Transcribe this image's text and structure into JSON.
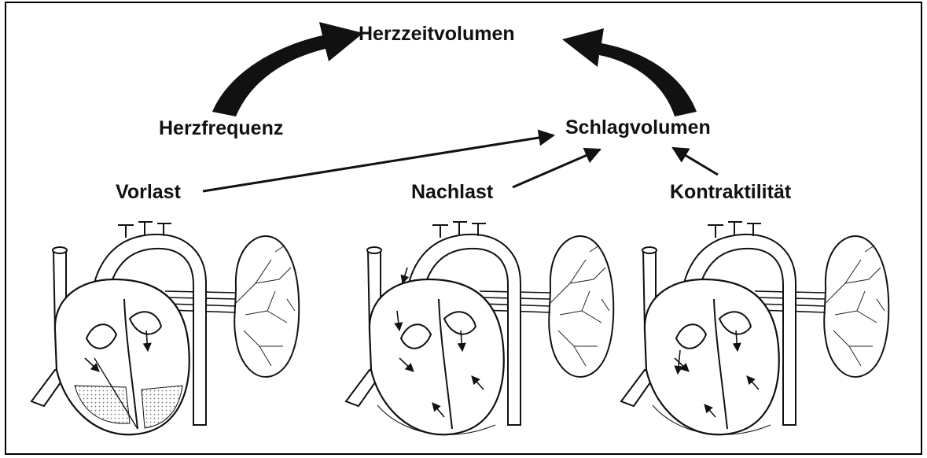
{
  "labels": {
    "cardiac_output": "Herzzeitvolumen",
    "heart_rate": "Herzfrequenz",
    "stroke_volume": "Schlagvolumen",
    "preload": "Vorlast",
    "afterload": "Nachlast",
    "contractility": "Kontraktilität"
  },
  "colors": {
    "ink": "#111111",
    "background": "#ffffff",
    "stipple": "#888888"
  }
}
